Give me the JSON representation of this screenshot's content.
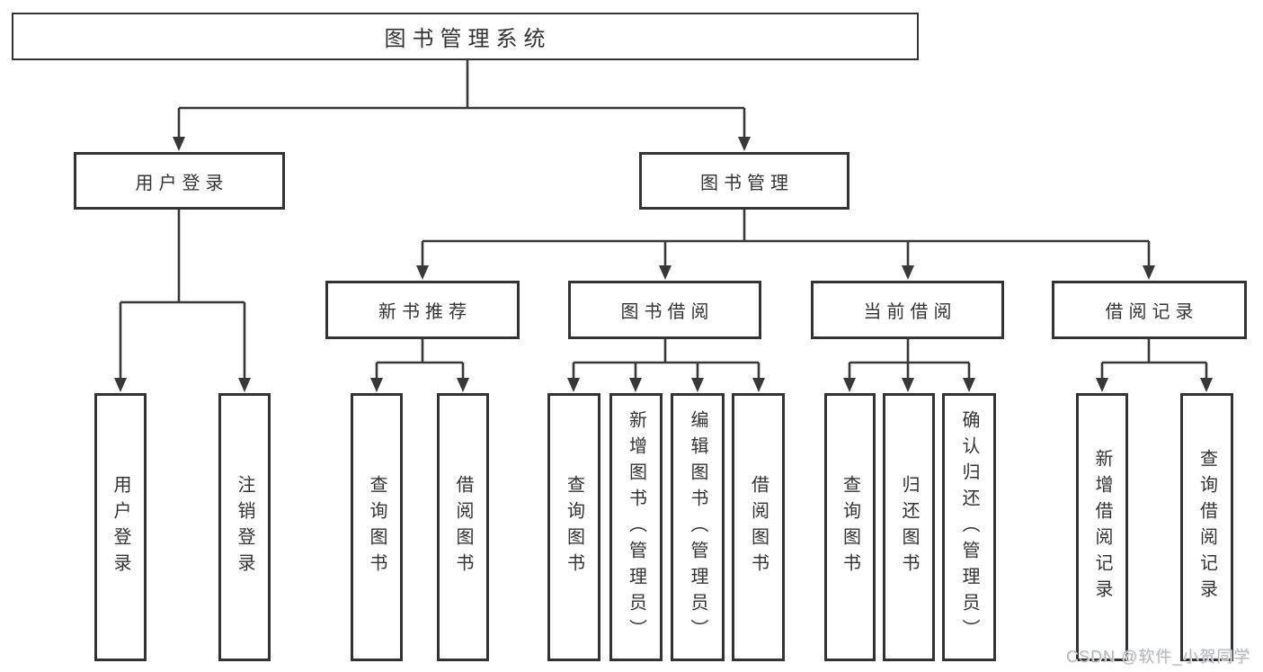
{
  "watermark": "CSDN @软件_小贺同学",
  "colors": {
    "line": "#383838",
    "border": "#333333",
    "text": "#333333",
    "background": "#ffffff",
    "watermark_text": "#b6bac0"
  },
  "tree": {
    "root": {
      "label": "图书管理系统"
    },
    "children": [
      {
        "label": "用户登录",
        "children": [
          {
            "label": "用户登录"
          },
          {
            "label": "注销登录"
          }
        ]
      },
      {
        "label": "图书管理",
        "children": [
          {
            "label": "新书推荐",
            "children": [
              {
                "label": "查询图书"
              },
              {
                "label": "借阅图书"
              }
            ]
          },
          {
            "label": "图书借阅",
            "children": [
              {
                "label": "查询图书"
              },
              {
                "label": "新增图书（管理员）"
              },
              {
                "label": "编辑图书（管理员）"
              },
              {
                "label": "借阅图书"
              }
            ]
          },
          {
            "label": "当前借阅",
            "children": [
              {
                "label": "查询图书"
              },
              {
                "label": "归还图书"
              },
              {
                "label": "确认归还（管理员）"
              }
            ]
          },
          {
            "label": "借阅记录",
            "children": [
              {
                "label": "新增借阅记录"
              },
              {
                "label": "查询借阅记录"
              }
            ]
          }
        ]
      }
    ]
  }
}
